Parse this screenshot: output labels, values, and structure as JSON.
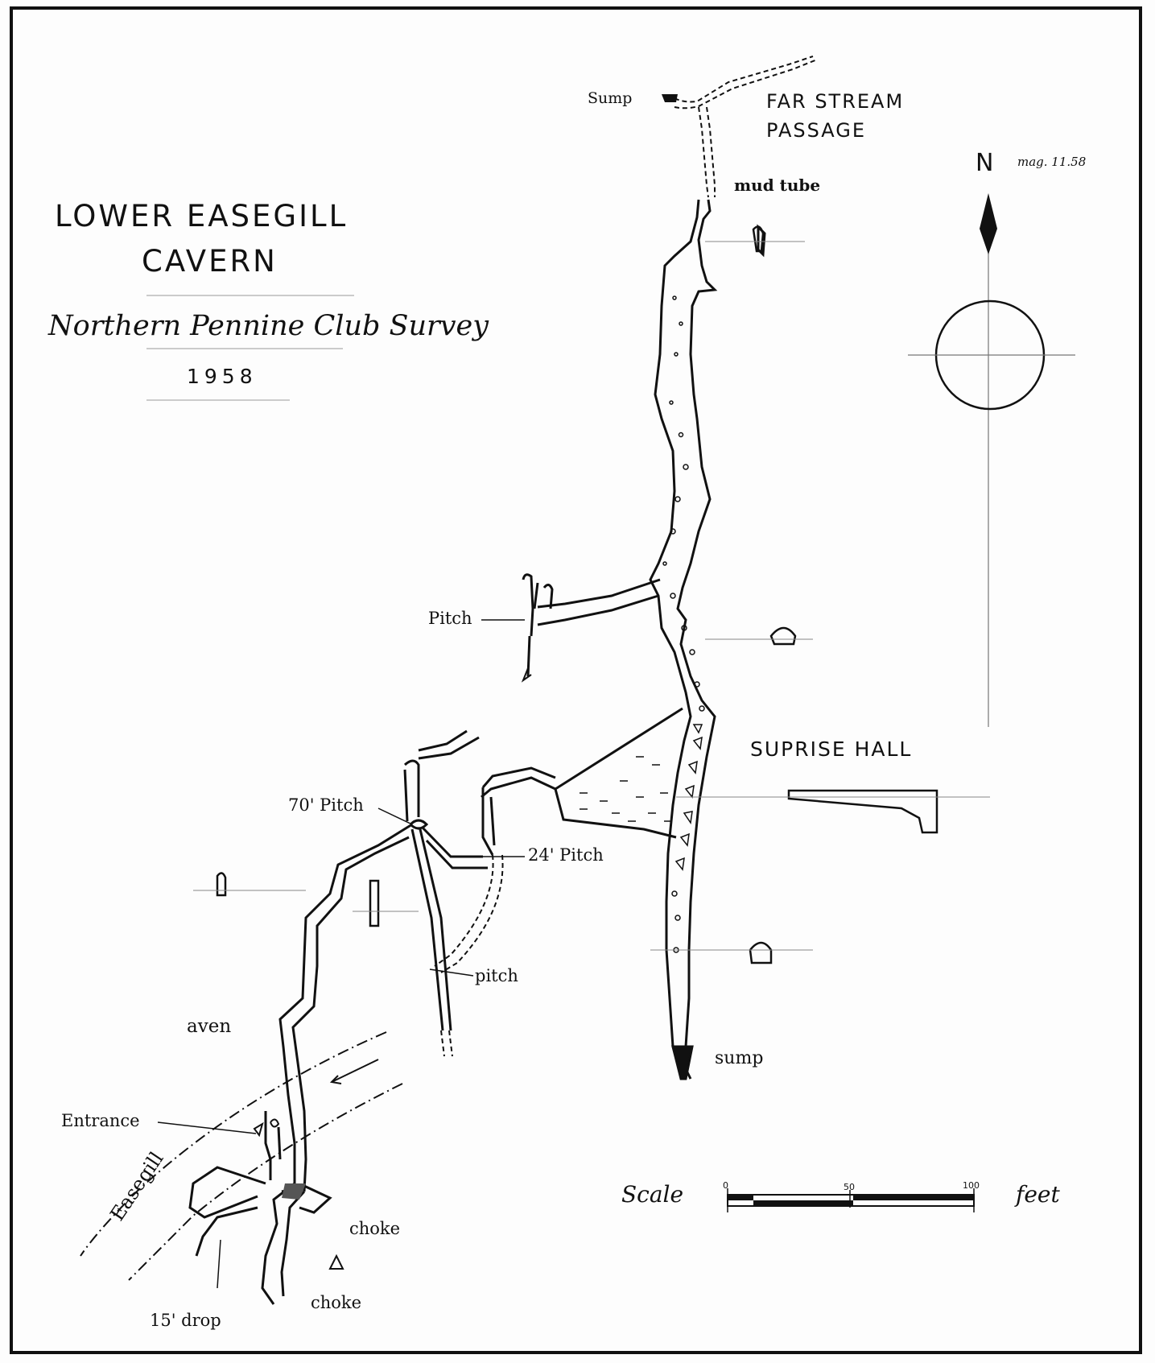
{
  "map": {
    "title_line1": "LOWER EASEGILL",
    "title_line2": "CAVERN",
    "subtitle": "Northern Pennine Club Survey",
    "year": "1958"
  },
  "north_arrow": {
    "letter": "N",
    "note": "mag. 11.58"
  },
  "labels": {
    "sump_top": "Sump",
    "far_stream_line1": "FAR STREAM",
    "far_stream_line2": "PASSAGE",
    "mud_tube": "mud tube",
    "pitch_upper": "Pitch",
    "suprise_hall": "SUPRISE HALL",
    "pitch_70": "70' Pitch",
    "pitch_24": "24' Pitch",
    "pitch_lower": "pitch",
    "aven": "aven",
    "sump_bottom": "sump",
    "entrance": "Entrance",
    "easegill": "Easegill",
    "choke_1": "choke",
    "choke_2": "choke",
    "drop_15": "15' drop"
  },
  "scale_bar": {
    "label": "Scale",
    "unit": "feet",
    "tick_0": "0",
    "tick_50": "50",
    "tick_100": "100",
    "length_value": 100
  },
  "colors": {
    "ink": "#111111",
    "paper": "#fdfdfd"
  }
}
